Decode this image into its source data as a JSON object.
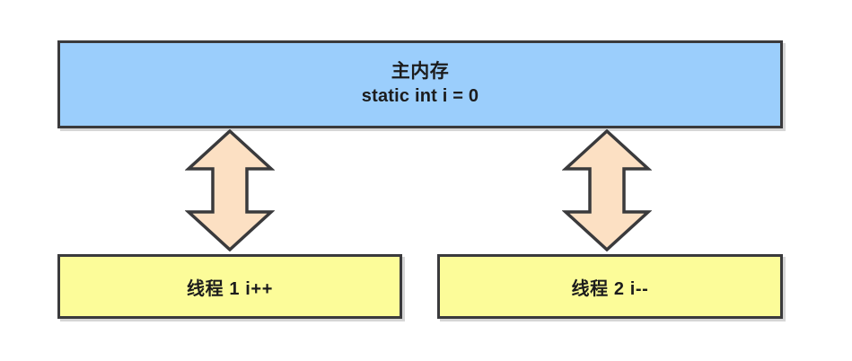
{
  "diagram": {
    "title": "Java memory model: two threads sharing a static variable",
    "background_color": "#ffffff",
    "main_memory": {
      "name": "主内存",
      "variable": "static int i = 0",
      "fill_color": "#9bcefc",
      "border_color": "#3a3a3c"
    },
    "threads": [
      {
        "label": "线程 1  i++",
        "fill_color": "#fcfc99",
        "border_color": "#3a3a3c"
      },
      {
        "label": "线程 2  i--",
        "fill_color": "#fcfc99",
        "border_color": "#3a3a3c"
      }
    ],
    "connectors": [
      {
        "name": "双向箭头",
        "kind": "double-headed-vertical-arrow",
        "fill_color": "#fce0c3",
        "border_color": "#3a3a3c"
      },
      {
        "name": "双向箭头",
        "kind": "double-headed-vertical-arrow",
        "fill_color": "#fce0c3",
        "border_color": "#3a3a3c"
      }
    ]
  }
}
